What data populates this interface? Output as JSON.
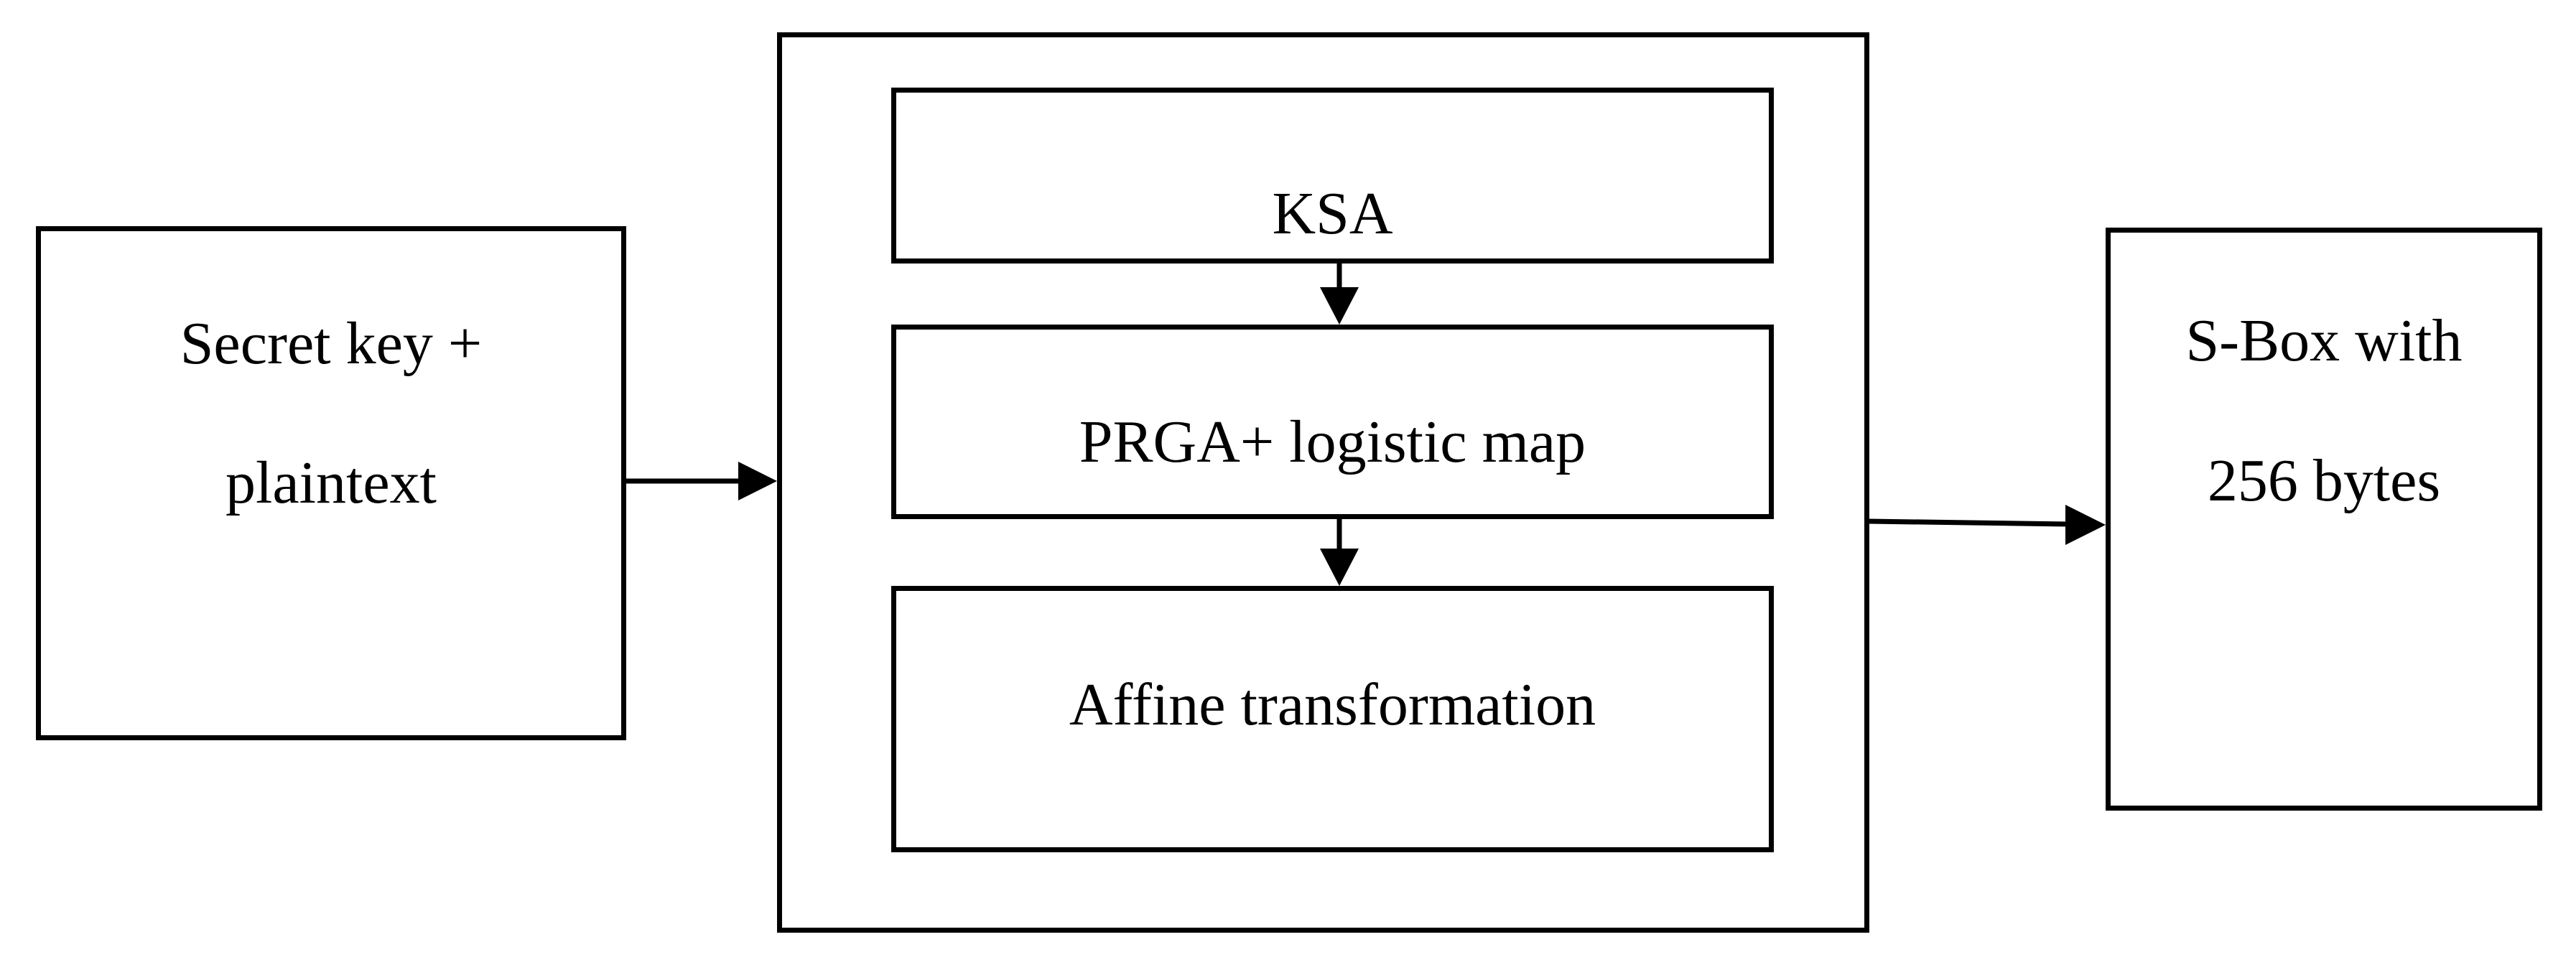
{
  "nodes": {
    "input": {
      "line1": "Secret key +",
      "line2": "plaintext"
    },
    "ksa": {
      "label": "KSA"
    },
    "prga": {
      "label": "PRGA+ logistic map"
    },
    "affine": {
      "label": "Affine transformation"
    },
    "output": {
      "line1": "S-Box with",
      "line2": "256 bytes"
    }
  },
  "colors": {
    "stroke": "#000000",
    "background": "#ffffff"
  }
}
